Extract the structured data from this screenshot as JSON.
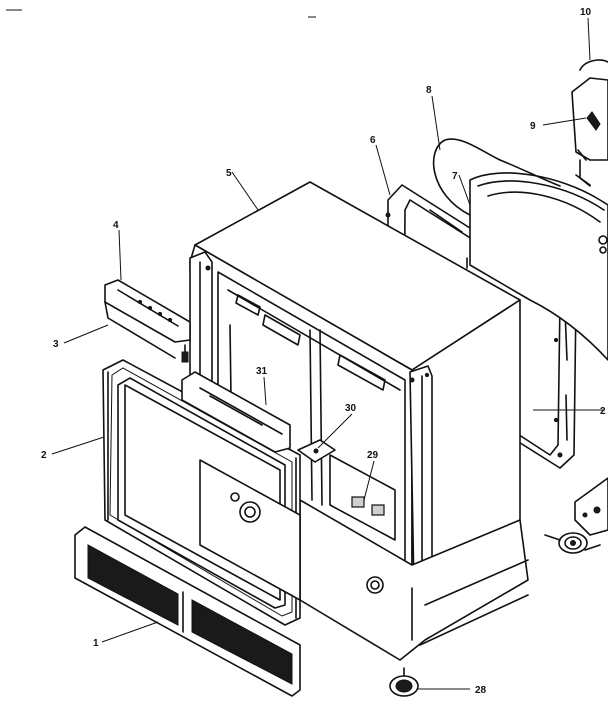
{
  "diagram": {
    "callouts": {
      "c1": "1",
      "c2": "2",
      "c3": "3",
      "c4": "4",
      "c5": "5",
      "c6": "6",
      "c7": "7",
      "c8": "8",
      "c9": "9",
      "c10": "10",
      "c28": "28",
      "c29": "29",
      "c30": "30",
      "c31": "31",
      "c2b": "2"
    }
  }
}
